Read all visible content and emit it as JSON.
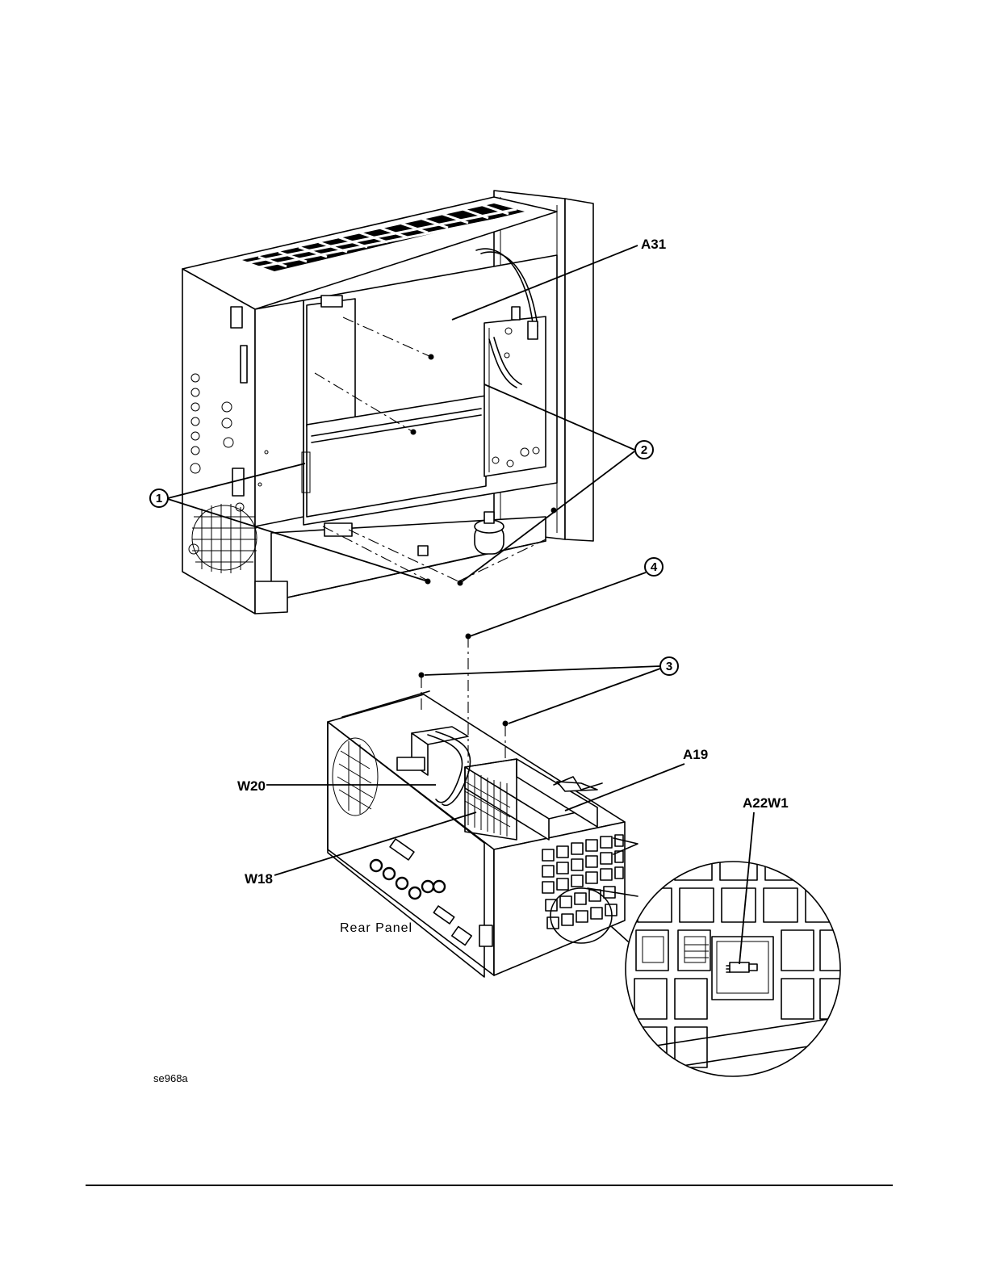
{
  "labels": {
    "a31": "A31",
    "a19": "A19",
    "a22w1": "A22W1",
    "w20": "W20",
    "w18": "W18",
    "rear_panel": "Rear Panel",
    "figure_id": "se968a"
  },
  "callouts": [
    "1",
    "2",
    "3",
    "4"
  ]
}
